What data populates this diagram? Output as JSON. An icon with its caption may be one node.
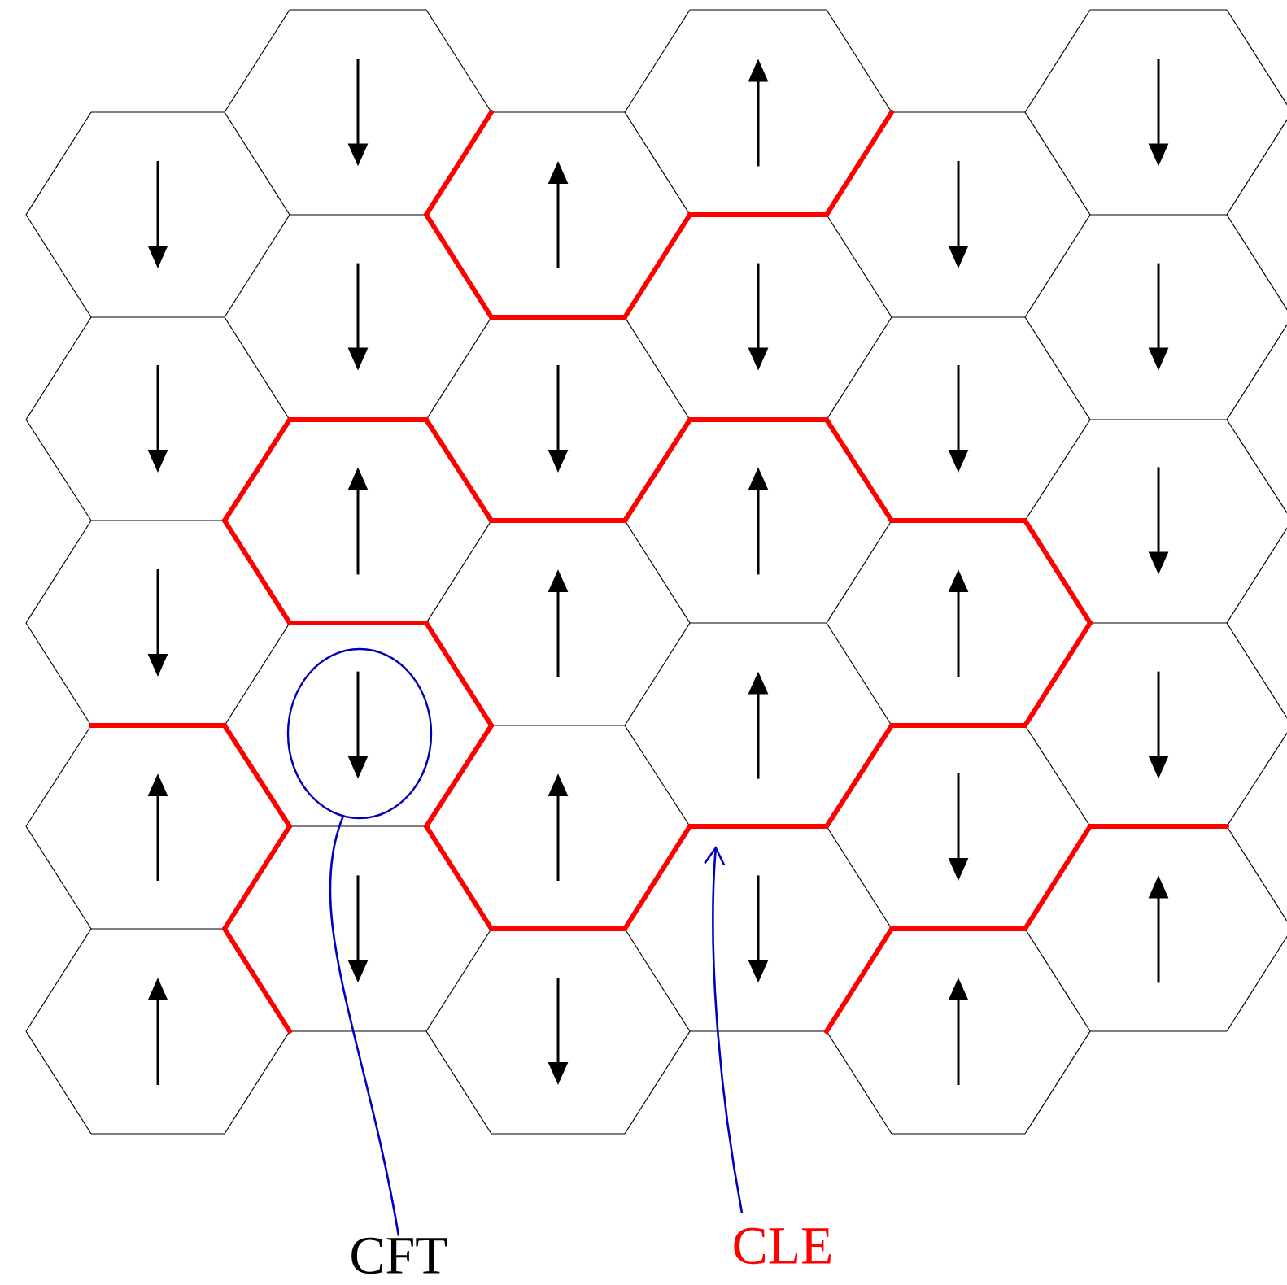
{
  "diagram": {
    "nodes": [
      {
        "text": [],
        "shape": "circle"
      },
      {
        "text": [
          "CFT"
        ]
      },
      {
        "text": [
          "CLE"
        ]
      }
    ],
    "edges": [
      {
        "from": 1,
        "to": 0,
        "arrow": "none"
      },
      {
        "from": 2,
        "to": null,
        "arrow": "to"
      }
    ]
  }
}
